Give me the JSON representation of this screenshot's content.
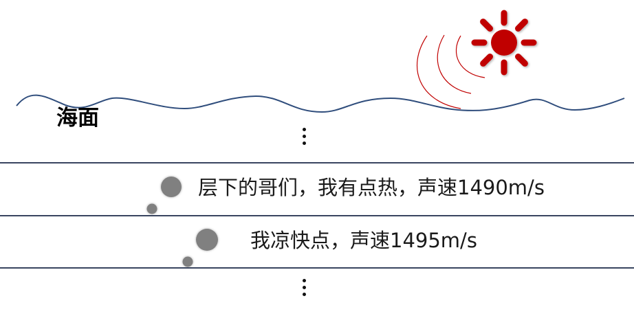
{
  "surface": {
    "label": "海面"
  },
  "layers": [
    {
      "text": "层下的哥们，我有点热，声速1490m/s"
    },
    {
      "text": "我凉快点，声速1495m/s"
    }
  ],
  "colors": {
    "wave": "#2f4d7c",
    "layer_line": "#1c2a48",
    "sun": "#c00000",
    "heat_arc": "#c00000",
    "bubble": "#808080"
  },
  "icons": {
    "sun": "sun-icon",
    "heat": "heat-wave-icon",
    "ellipsis": "vertical-ellipsis-icon",
    "bubble": "bubble-icon"
  }
}
